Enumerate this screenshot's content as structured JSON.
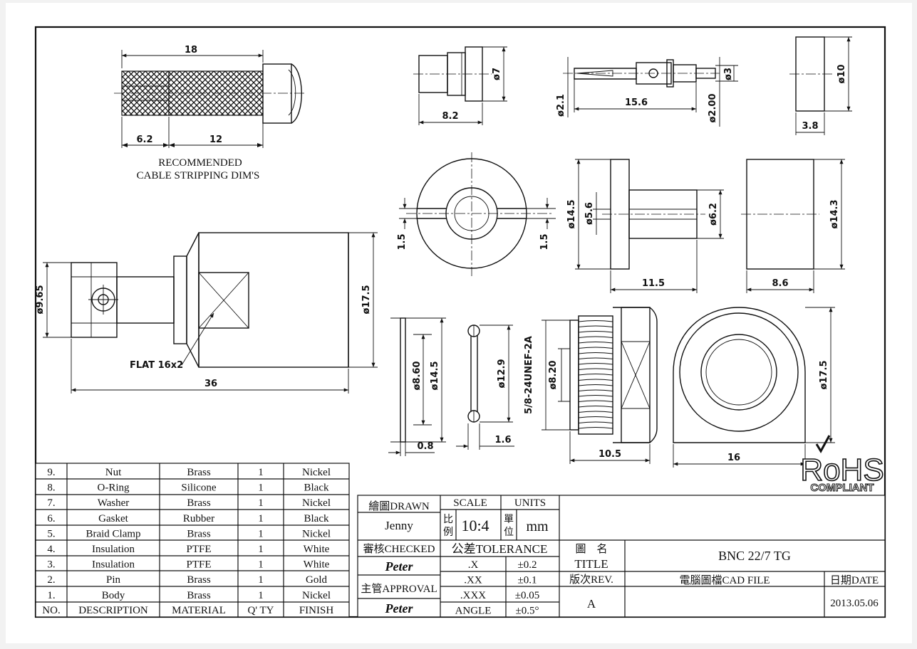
{
  "stripping": {
    "dims": {
      "total": "18",
      "a": "6.2",
      "b": "12"
    },
    "note_line1": "RECOMMENDED",
    "note_line2": "CABLE STRIPPING DIM'S"
  },
  "views": {
    "pin_small": {
      "dia": "ø7",
      "len": "8.2"
    },
    "pin": {
      "d1": "ø2.1",
      "len": "15.6",
      "d2": "ø2.00",
      "d3": "ø3"
    },
    "washer_small": {
      "dia": "ø10",
      "len": "3.8"
    },
    "clamp_front": {
      "gap_l": "1.5",
      "gap_r": "1.5"
    },
    "clamp_side": {
      "d1": "ø14.5",
      "d2": "ø5.6",
      "d3": "ø6.2",
      "len": "11.5"
    },
    "insulation": {
      "dia": "ø14.3",
      "len": "8.6"
    },
    "body": {
      "d_left": "ø9.65",
      "d_right": "ø17.5",
      "flat": "FLAT 16x2",
      "len": "36"
    },
    "gasket": {
      "d1": "ø8.60",
      "d2": "ø14.5",
      "t": "0.8"
    },
    "oring": {
      "dia": "ø12.9",
      "t": "1.6"
    },
    "nut_side": {
      "thread": "5/8-24UNEF-2A",
      "d": "ø8.20",
      "len": "10.5"
    },
    "nut_front": {
      "dia": "ø17.5",
      "len": "16"
    }
  },
  "rohs": {
    "text": "RoHS",
    "sub": "COMPLIANT"
  },
  "bom": {
    "headers": [
      "NO.",
      "DESCRIPTION",
      "MATERIAL",
      "Q' TY",
      "FINISH"
    ],
    "rows": [
      [
        "9.",
        "Nut",
        "Brass",
        "1",
        "Nickel"
      ],
      [
        "8.",
        "O-Ring",
        "Silicone",
        "1",
        "Black"
      ],
      [
        "7.",
        "Washer",
        "Brass",
        "1",
        "Nickel"
      ],
      [
        "6.",
        "Gasket",
        "Rubber",
        "1",
        "Black"
      ],
      [
        "5.",
        "Braid Clamp",
        "Brass",
        "1",
        "Nickel"
      ],
      [
        "4.",
        "Insulation",
        "PTFE",
        "1",
        "White"
      ],
      [
        "3.",
        "Insulation",
        "PTFE",
        "1",
        "White"
      ],
      [
        "2.",
        "Pin",
        "Brass",
        "1",
        "Gold"
      ],
      [
        "1.",
        "Body",
        "Brass",
        "1",
        "Nickel"
      ]
    ]
  },
  "title_block": {
    "drawn_label": "繪圖DRAWN",
    "drawn_by": "Jenny",
    "checked_label": "審核CHECKED",
    "checked_by": "Peter",
    "approval_label": "主管APPROVAL",
    "approval_by": "Peter",
    "scale_label": "SCALE",
    "units_label": "UNITS",
    "scale_cn": "比例",
    "scale_value": "10:4",
    "units_cn": "單位",
    "units_value": "mm",
    "tolerance_label": "公差TOLERANCE",
    "tol": [
      [
        ".X",
        "±0.2"
      ],
      [
        ".XX",
        "±0.1"
      ],
      [
        ".XXX",
        "±0.05"
      ],
      [
        "ANGLE",
        "±0.5°"
      ]
    ],
    "title_cn": "圖　名",
    "title_label": "TITLE",
    "title_value": "BNC 22/7 TG",
    "rev_label": "版次REV.",
    "rev_value": "A",
    "cad_label": "電腦圖檔CAD FILE",
    "date_label": "日期DATE",
    "date_value": "2013.05.06"
  }
}
